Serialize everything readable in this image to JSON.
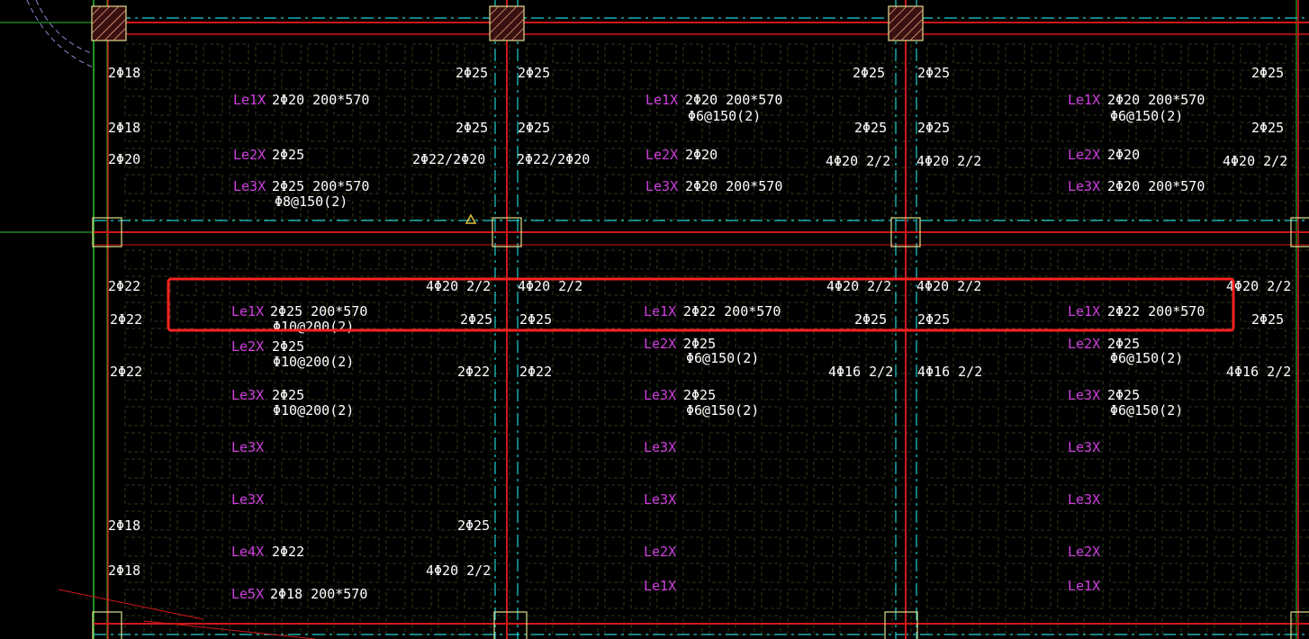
{
  "colors": {
    "background": "#000000",
    "grid": "#3c4a20",
    "beam_red": "#d01818",
    "axis_cyan": "#20d0d0",
    "column_yellow": "#e0e090",
    "text_white": "#ffffff",
    "text_magenta": "#d040e0",
    "highlight_red": "#ff2020",
    "marker_yellow": "#e0c040",
    "edge_green": "#30c030"
  },
  "labels": {
    "c1_top_1": "2Φ18",
    "c1_mid_1": "2Φ25",
    "c1_le1x": "Le1X",
    "c1_le1x_spec": "2Φ20 200*570",
    "c1_top_2": "2Φ18",
    "c1_mid_2": "2Φ25",
    "c1_top_3": "2Φ20",
    "c1_le2x": "Le2X",
    "c1_le2x_spec": "2Φ25",
    "c1_mid_3": "2Φ22/2Φ20",
    "c1_le3x": "Le3X",
    "c1_le3x_spec": "2Φ25 200*570",
    "c1_le3x_stir": "Φ8@150(2)",
    "c2_top_1": "2Φ25",
    "c2_mid_1": "2Φ25",
    "c2_le1x": "Le1X",
    "c2_le1x_spec": "2Φ20 200*570",
    "c2_le1x_stir": "Φ6@150(2)",
    "c2_top_2": "2Φ25",
    "c2_mid_2": "2Φ25",
    "c2_top_3": "2Φ22/2Φ20",
    "c2_le2x": "Le2X",
    "c2_le2x_spec": "2Φ20",
    "c2_mid_3": "4Φ20 2/2",
    "c2_le3x": "Le3X",
    "c2_le3x_spec": "2Φ20 200*570",
    "c3_top_1": "2Φ25",
    "c3_mid_1": "2Φ25",
    "c3_le1x": "Le1X",
    "c3_le1x_spec": "2Φ20 200*570",
    "c3_le1x_stir": "Φ6@150(2)",
    "c3_top_2": "2Φ25",
    "c3_mid_2": "2Φ25",
    "c3_top_3": "4Φ20 2/2",
    "c3_le2x": "Le2X",
    "c3_le2x_spec": "2Φ20",
    "c3_mid_3": "4Φ20 2/2",
    "c3_le3x": "Le3X",
    "c3_le3x_spec": "2Φ20 200*570",
    "b1_top_1": "2Φ22",
    "b1_right_1": "4Φ20 2/2",
    "b1_le1x": "Le1X",
    "b1_le1x_spec": "2Φ25 200*570",
    "b1_le1x_stir": "Φ10@200(2)",
    "b1_top_2": "2Φ22",
    "b1_right_2": "2Φ25",
    "b1_le2x": "Le2X",
    "b1_le2x_spec": "2Φ25",
    "b1_le2x_stir": "Φ10@200(2)",
    "b1_top_3": "2Φ22",
    "b1_right_3": "2Φ22",
    "b1_le3x": "Le3X",
    "b1_le3x_spec": "2Φ25",
    "b1_le3x_stir": "Φ10@200(2)",
    "b1_le3x_b": "Le3X",
    "b1_le3x_c": "Le3X",
    "b1_top_4": "2Φ18",
    "b1_right_4": "2Φ25",
    "b1_le4x": "Le4X",
    "b1_le4x_spec": "2Φ22",
    "b1_top_5": "2Φ18",
    "b1_right_5": "4Φ20 2/2",
    "b1_le5x": "Le5X",
    "b1_le5x_spec": "2Φ18 200*570",
    "b2_top_1": "4Φ20 2/2",
    "b2_right_1": "4Φ20 2/2",
    "b2_left_2": "2Φ25",
    "b2_le1x": "Le1X",
    "b2_le1x_spec": "2Φ22 200*570",
    "b2_right_2": "2Φ25",
    "b2_le2x": "Le2X",
    "b2_le2x_spec": "2Φ25",
    "b2_le2x_stir": "Φ6@150(2)",
    "b2_left_3": "2Φ22",
    "b2_right_3": "4Φ16 2/2",
    "b2_le3x": "Le3X",
    "b2_le3x_spec": "2Φ25",
    "b2_le3x_stir": "Φ6@150(2)",
    "b2_le3x_b": "Le3X",
    "b2_le3x_c": "Le3X",
    "b2_le2x_b": "Le2X",
    "b2_le1x_b": "Le1X",
    "b3_top_1": "4Φ20 2/2",
    "b3_right_1": "4Φ20 2/2",
    "b3_left_2": "2Φ25",
    "b3_le1x": "Le1X",
    "b3_le1x_spec": "2Φ22 200*570",
    "b3_right_2": "2Φ25",
    "b3_le2x": "Le2X",
    "b3_le2x_spec": "2Φ25",
    "b3_le2x_stir": "Φ6@150(2)",
    "b3_left_3": "4Φ16 2/2",
    "b3_right_3": "4Φ16 2/2",
    "b3_le3x": "Le3X",
    "b3_le3x_spec": "2Φ25",
    "b3_le3x_stir": "Φ6@150(2)",
    "b3_le3x_b": "Le3X",
    "b3_le3x_c": "Le3X",
    "b3_le2x_b": "Le2X",
    "b3_le1x_b": "Le1X"
  }
}
